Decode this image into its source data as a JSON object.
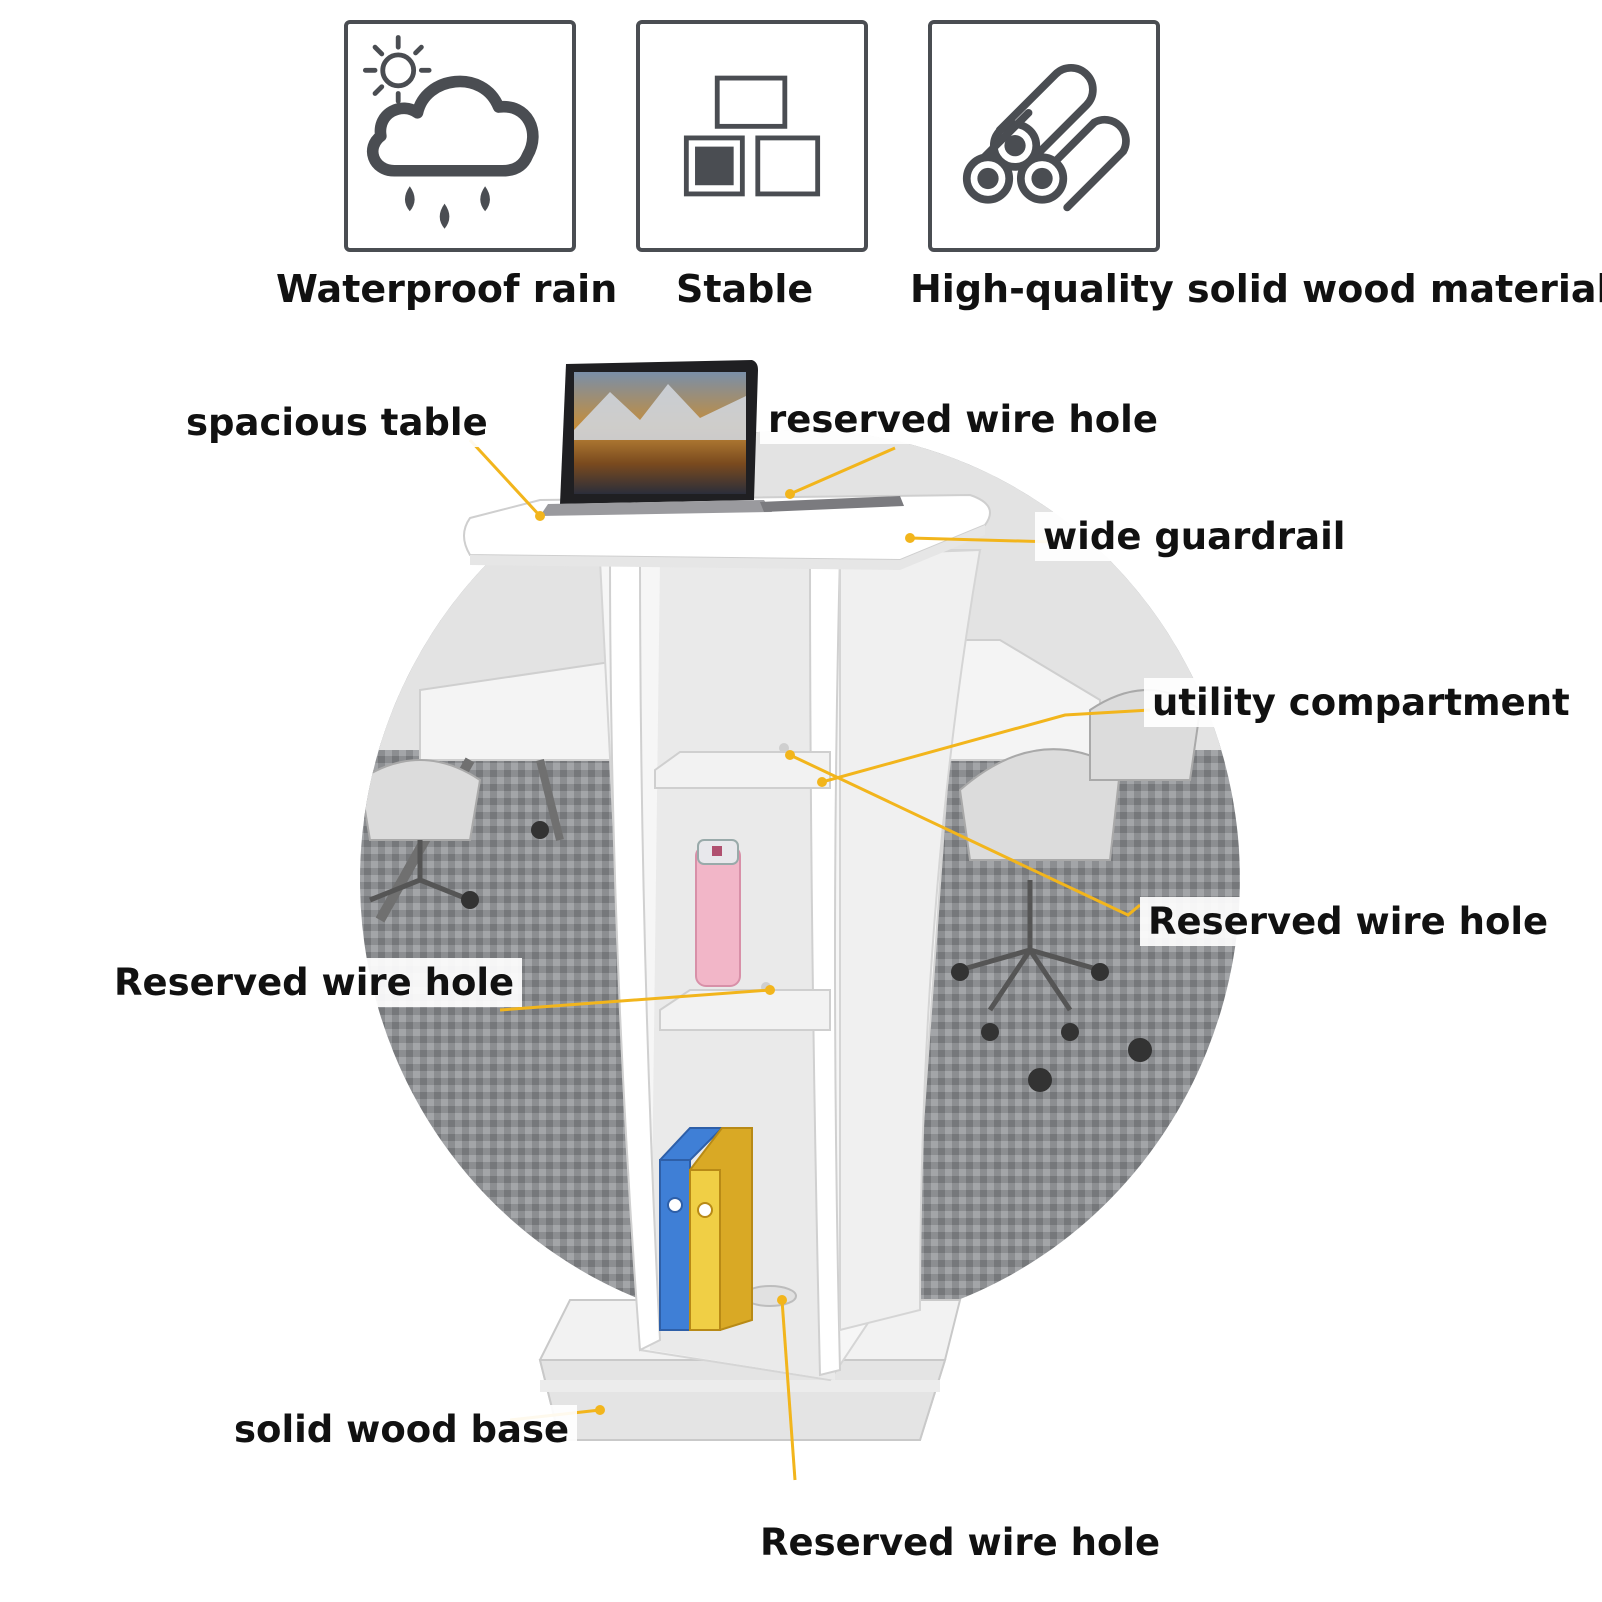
{
  "features": [
    {
      "label": "Waterproof rain",
      "icon": "cloud-rain-sun-icon"
    },
    {
      "label": "Stable",
      "icon": "stacked-blocks-icon"
    },
    {
      "label": "High-quality solid wood material",
      "icon": "wood-logs-icon"
    }
  ],
  "callouts": {
    "spacious_table": "spacious table",
    "reserved_wire_hole_top": "reserved wire hole",
    "wide_guardrail": "wide guardrail",
    "utility_compartment": "utility compartment",
    "reserved_wire_hole_right": "Reserved wire hole",
    "reserved_wire_hole_left": "Reserved wire hole",
    "solid_wood_base": "solid wood base",
    "reserved_wire_hole_bottom": "Reserved wire hole"
  },
  "colors": {
    "icon_stroke": "#4a4d52",
    "leader_line": "#f2b51c",
    "podium": "#f7f7f7",
    "book_blue": "#3f7fd6",
    "book_yellow": "#f0cf45",
    "bottle_pink": "#f2b6c8"
  }
}
